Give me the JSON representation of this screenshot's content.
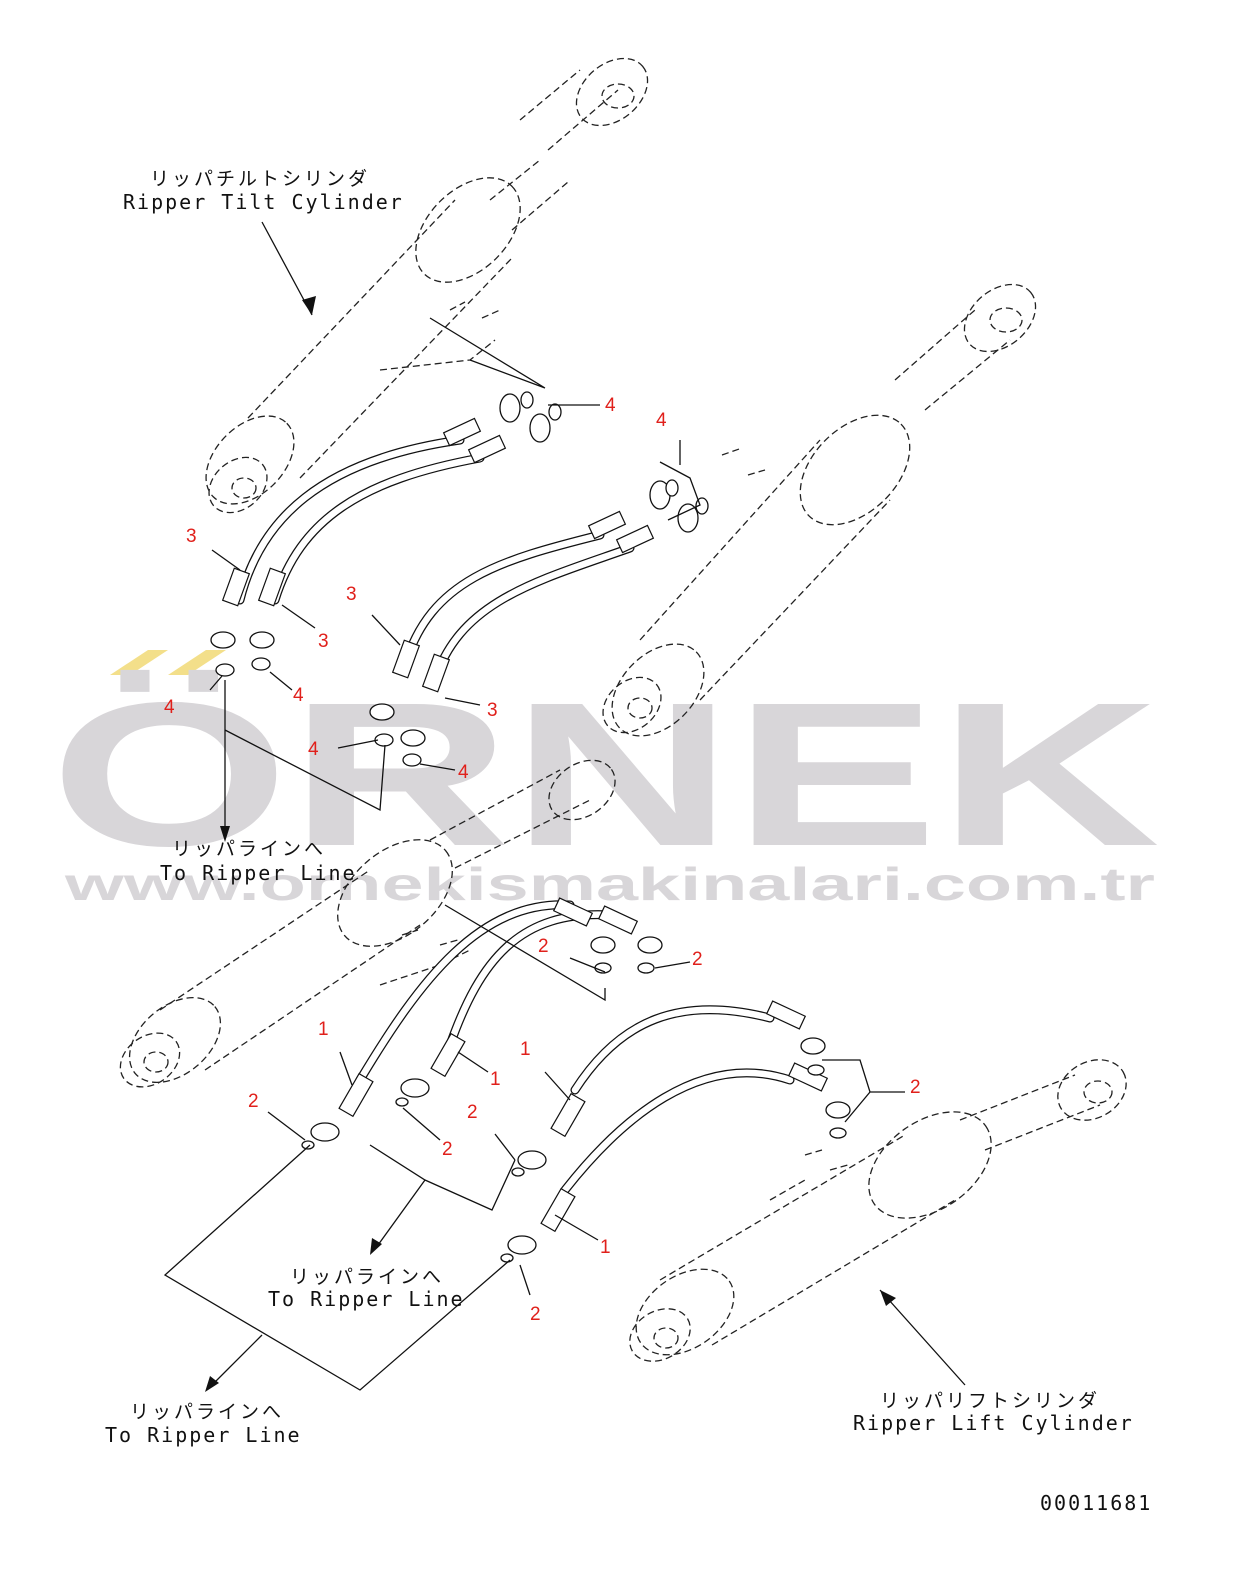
{
  "labels": {
    "tilt_cylinder_jp": "リッパチルトシリンダ",
    "tilt_cylinder_en": "Ripper Tilt Cylinder",
    "lift_cylinder_jp": "リッパリフトシリンダ",
    "lift_cylinder_en": "Ripper Lift Cylinder",
    "to_line_1_jp": "リッパラインへ",
    "to_line_1_en": "To Ripper Line",
    "to_line_2_jp": "リッパラインへ",
    "to_line_2_en": "To Ripper Line",
    "to_line_3_jp": "リッパラインへ",
    "to_line_3_en": "To Ripper Line",
    "drawing_number": "00011681"
  },
  "watermark": {
    "brand": "ÖRNEK",
    "url": "www.ornekismakinalari.com.tr",
    "brand_color": "#d8d6d9",
    "accent_color": "#f3df8a"
  },
  "callout_color": "#e0201b",
  "callouts": [
    {
      "id": "c4-a",
      "text": "4"
    },
    {
      "id": "c4-b",
      "text": "4"
    },
    {
      "id": "c3-a",
      "text": "3"
    },
    {
      "id": "c3-b",
      "text": "3"
    },
    {
      "id": "c4-c",
      "text": "4"
    },
    {
      "id": "c4-d",
      "text": "4"
    },
    {
      "id": "c3-c",
      "text": "3"
    },
    {
      "id": "c3-d",
      "text": "3"
    },
    {
      "id": "c4-e",
      "text": "4"
    },
    {
      "id": "c4-f",
      "text": "4"
    },
    {
      "id": "c2-a",
      "text": "2"
    },
    {
      "id": "c2-b",
      "text": "2"
    },
    {
      "id": "c1-a",
      "text": "1"
    },
    {
      "id": "c1-b",
      "text": "1"
    },
    {
      "id": "c1-c",
      "text": "1"
    },
    {
      "id": "c2-c",
      "text": "2"
    },
    {
      "id": "c2-d",
      "text": "2"
    },
    {
      "id": "c2-e",
      "text": "2"
    },
    {
      "id": "c2-f",
      "text": "2"
    },
    {
      "id": "c1-d",
      "text": "1"
    },
    {
      "id": "c2-g",
      "text": "2"
    }
  ]
}
